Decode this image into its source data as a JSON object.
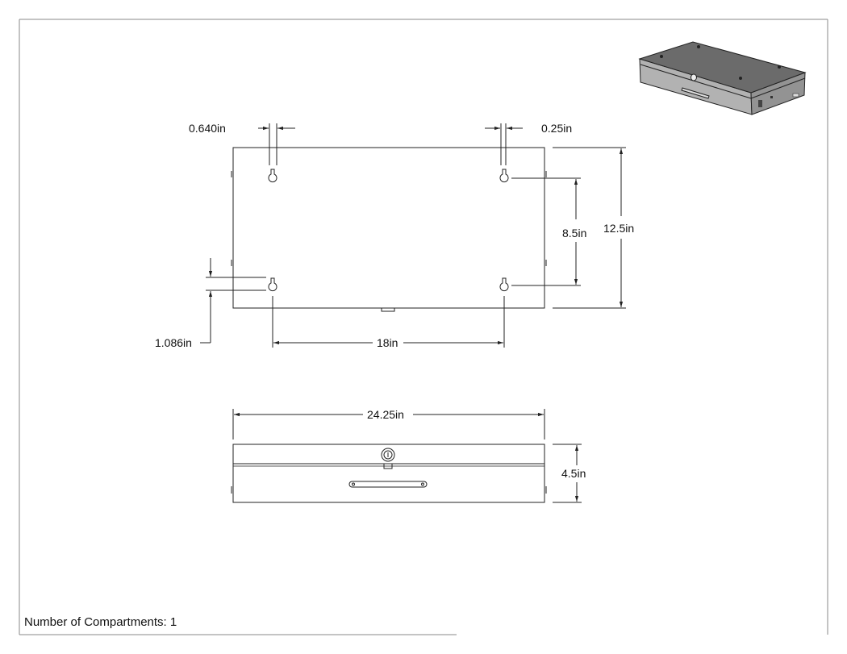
{
  "drawing": {
    "top_view": {
      "dimensions": {
        "hole_offset_left": "0.640in",
        "hole_offset_right": "0.25in",
        "hole_spacing_vertical": "8.5in",
        "overall_depth": "12.5in",
        "hole_offset_bottom": "1.086in",
        "hole_spacing_horizontal": "18in"
      }
    },
    "front_view": {
      "dimensions": {
        "overall_width": "24.25in",
        "overall_height": "4.5in"
      }
    },
    "footer": {
      "compartments": "Number of Compartments: 1"
    }
  },
  "colors": {
    "line": "#222222",
    "frame": "#888888",
    "iso_top": "#6f6f6f",
    "iso_front": "#a9a9a9",
    "iso_side": "#8a8a8a"
  }
}
